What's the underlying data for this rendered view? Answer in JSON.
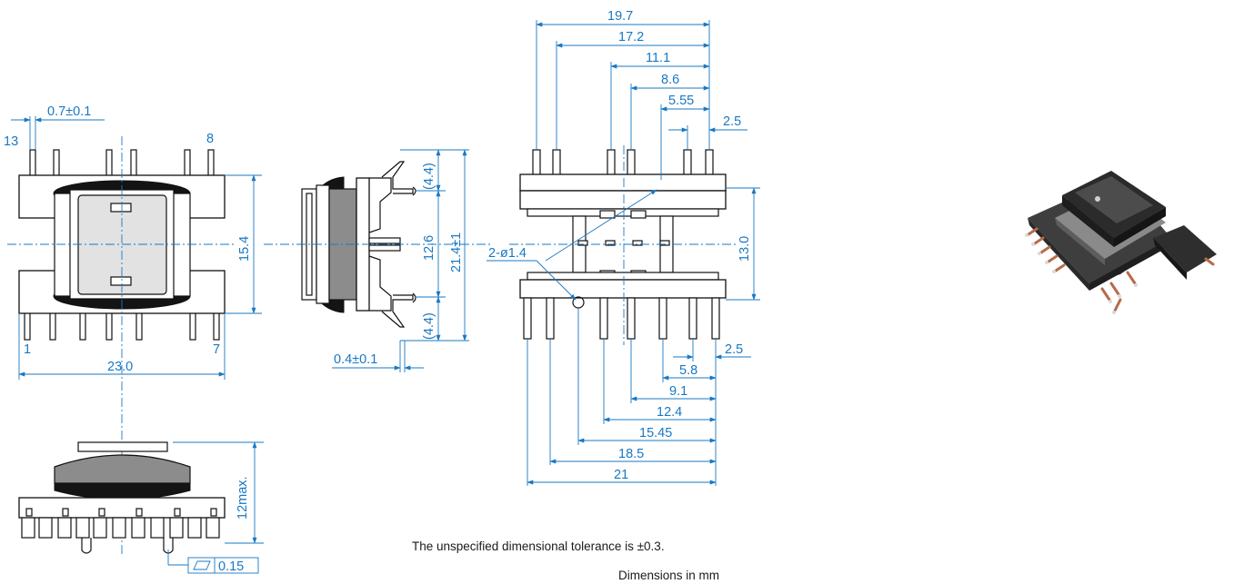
{
  "front_view": {
    "pin_labels": [
      "13",
      "8",
      "1",
      "7"
    ],
    "dims": {
      "lead_width": "0.7±0.1",
      "height": "15.4",
      "width": "23.0"
    }
  },
  "side_view": {
    "dims": {
      "upper": "(4.4)",
      "lower": "(4.4)",
      "middle": "12.6",
      "overall": "21.4±1",
      "lead_thickness": "0.4±0.1"
    }
  },
  "bottom_view": {
    "dims": {
      "top": [
        "19.7",
        "17.2",
        "11.1",
        "8.6",
        "5.55",
        "2.5"
      ],
      "bottom": [
        "2.5",
        "5.8",
        "9.1",
        "12.4",
        "15.45",
        "18.5",
        "21"
      ],
      "row_pitch": "13.0",
      "hole": "2-ø1.4"
    }
  },
  "lower_view": {
    "dims": {
      "height": "12max.",
      "flatness": "0.15"
    }
  },
  "notes": {
    "tolerance": "The unspecified dimensional tolerance is ±0.3.",
    "units": "Dimensions in mm"
  }
}
